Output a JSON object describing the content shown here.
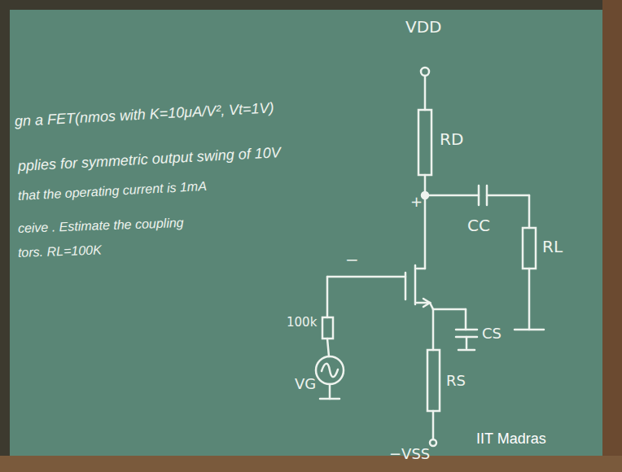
{
  "diagram": {
    "labels": [
      "gn a FET(nmos with K=10μA/V², Vt=1V)",
      "pplies for symmetric output swing of 10V",
      "that the operating current is 1mA",
      "ceive . Estimate the coupling",
      "tors. RL=100K",
      "VDD",
      "RD",
      "+",
      "CC",
      "RL",
      "−",
      "100k",
      "VG",
      "RS",
      "CS",
      "−VSS",
      "IIT Madras"
    ]
  }
}
